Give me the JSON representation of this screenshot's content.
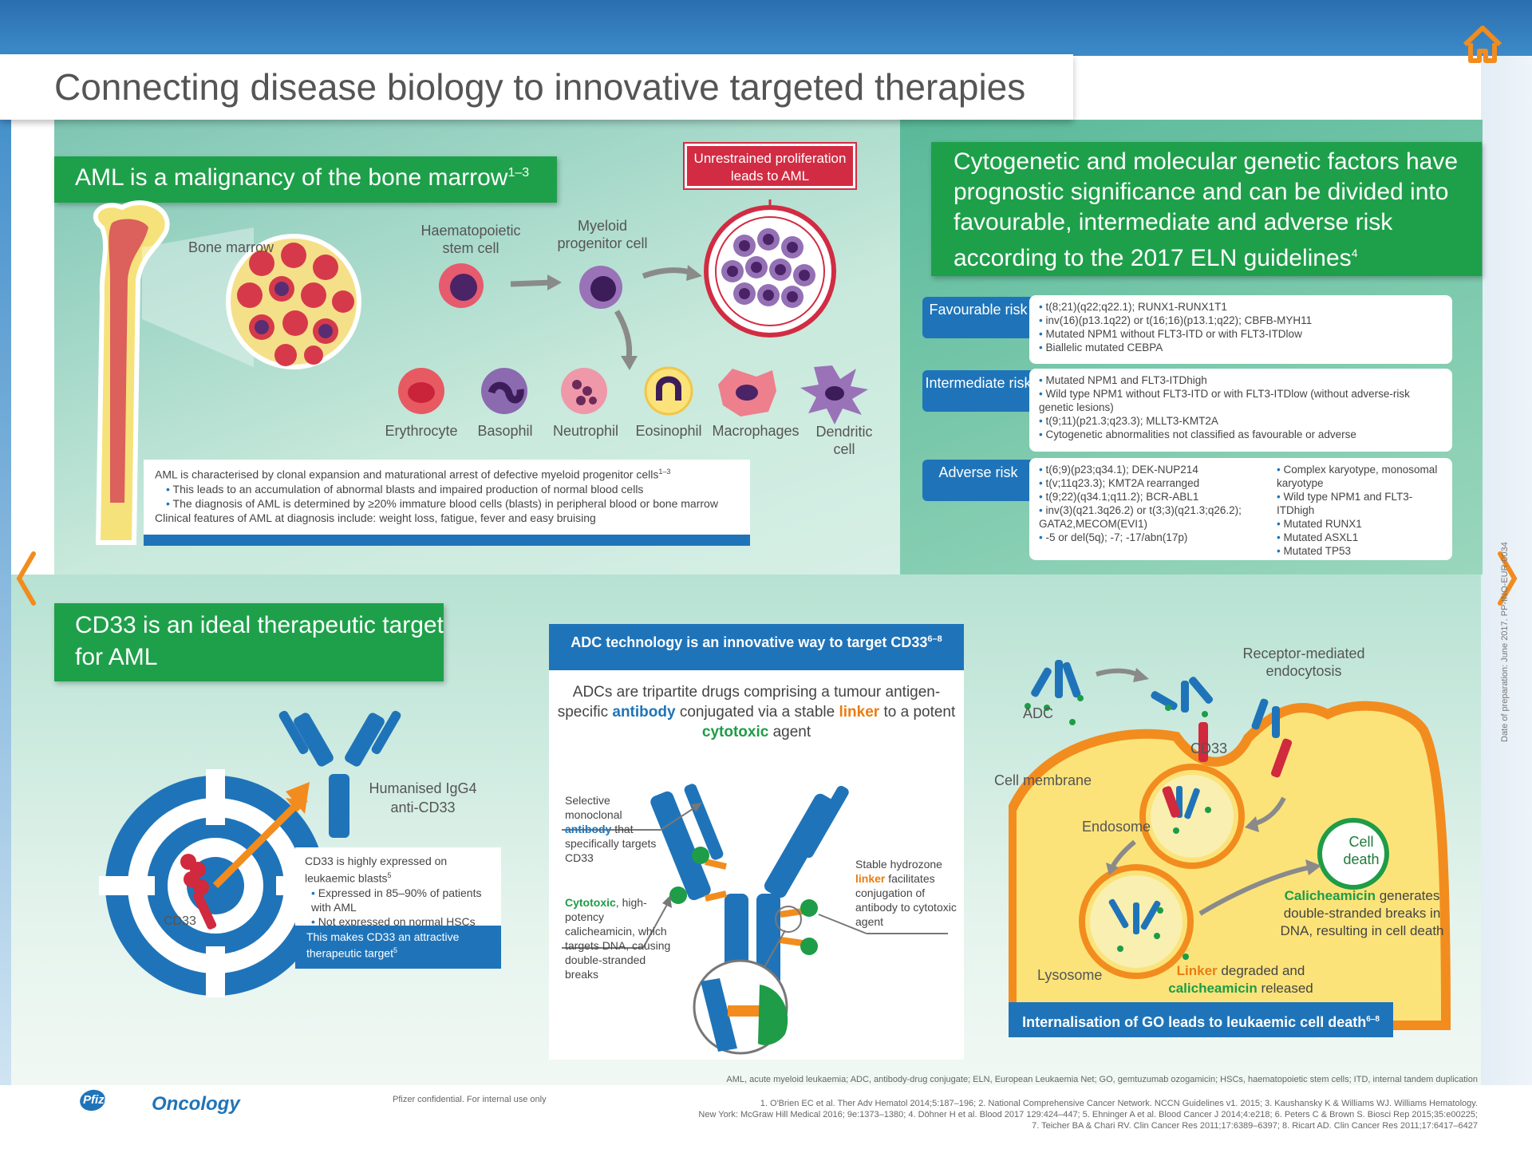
{
  "header": {
    "title": "Connecting disease biology to innovative targeted therapies"
  },
  "aml": {
    "heading": "AML is a malignancy of the bone marrow",
    "heading_sup": "1–3",
    "proliferation": "Unrestrained proliferation leads to AML",
    "bone_marrow": "Bone marrow",
    "hsc": "Haematopoietic stem cell",
    "myeloid": "Myeloid progenitor cell",
    "cells": [
      "Erythrocyte",
      "Basophil",
      "Neutrophil",
      "Eosinophil",
      "Macrophages",
      "Dendritic cell"
    ],
    "info_main": "AML is characterised by clonal expansion and maturational arrest of defective myeloid progenitor cells",
    "info_main_sup": "1–3",
    "info_bullet1": "This leads to an accumulation of abnormal blasts and impaired production of normal blood cells",
    "info_bullet2": "The diagnosis of AML is determined by ≥20% immature blood cells (blasts) in peripheral blood or bone marrow",
    "info_clinical": "Clinical features of AML at diagnosis include: weight loss, fatigue, fever and easy bruising"
  },
  "cytogenetics": {
    "heading": "Cytogenetic and molecular genetic factors have prognostic significance and can be divided into favourable, intermediate and adverse risk according to the 2017 ELN guidelines",
    "heading_sup": "4",
    "favourable_label": "Favourable risk",
    "favourable": [
      "t(8;21)(q22;q22.1); RUNX1-RUNX1T1",
      "inv(16)(p13.1q22) or t(16;16)(p13.1;q22); CBFB-MYH11",
      "Mutated NPM1 without FLT3-ITD or with FLT3-ITDlow",
      "Biallelic mutated CEBPA"
    ],
    "intermediate_label": "Intermediate risk",
    "intermediate": [
      "Mutated NPM1 and FLT3-ITDhigh",
      "Wild type NPM1 without FLT3-ITD or with FLT3-ITDlow (without adverse-risk genetic lesions)",
      "t(9;11)(p21.3;q23.3); MLLT3-KMT2A",
      "Cytogenetic abnormalities not classified as favourable or adverse"
    ],
    "adverse_label": "Adverse risk",
    "adverse_left": [
      "t(6;9)(p23;q34.1); DEK-NUP214",
      "t(v;11q23.3); KMT2A rearranged",
      "t(9;22)(q34.1;q11.2); BCR-ABL1",
      "inv(3)(q21.3q26.2) or t(3;3)(q21.3;q26.2); GATA2,MECOM(EVI1)",
      "-5 or del(5q); -7; -17/abn(17p)"
    ],
    "adverse_right": [
      "Complex karyotype, monosomal karyotype",
      "Wild type NPM1 and FLT3-ITDhigh",
      "Mutated RUNX1",
      "Mutated ASXL1",
      "Mutated TP53"
    ]
  },
  "cd33": {
    "heading": "CD33 is an ideal therapeutic target for AML",
    "antibody": "Humanised IgG4 anti-CD33",
    "cd33_label": "CD33",
    "box_main": "CD33 is highly expressed on leukaemic blasts",
    "box_main_sup": "5",
    "box_b1": "Expressed in 85–90% of patients with AML",
    "box_b2": "Not expressed on normal HSCs",
    "box_footer": "This makes CD33 an attractive therapeutic target",
    "box_footer_sup": "5"
  },
  "adc": {
    "heading": "ADC technology is an innovative way to target CD33",
    "heading_sup": "6–8",
    "desc_1": "ADCs are tripartite drugs comprising a tumour antigen-specific",
    "desc_antibody": "antibody",
    "desc_2": "conjugated via a stable",
    "desc_linker": "linker",
    "desc_3": "to a potent",
    "desc_cytotoxic": "cytotoxic",
    "desc_4": "agent",
    "ann1_pre": "Selective monoclonal",
    "ann1_key": "antibody",
    "ann1_post": "that specifically targets CD33",
    "ann2_key": "Cytotoxic",
    "ann2_post": ", high-potency calicheamicin, which targets DNA, causing double-stranded breaks",
    "ann3_pre": "Stable hydrozone",
    "ann3_key": "linker",
    "ann3_post": "facilitates conjugation of antibody to cytotoxic agent"
  },
  "mechanism": {
    "adc": "ADC",
    "receptor": "Receptor-mediated endocytosis",
    "cd33": "CD33",
    "membrane": "Cell membrane",
    "endosome": "Endosome",
    "lysosome": "Lysosome",
    "cell_death": "Cell death",
    "calich_key": "Calicheamicin",
    "calich_post": "generates double-stranded breaks in DNA, resulting in cell death",
    "linker_key": "Linker",
    "linker_mid": "degraded and",
    "linker_calich": "calicheamicin",
    "linker_post": "released",
    "internal": "Internalisation of GO leads to leukaemic cell death",
    "internal_sup": "6–8"
  },
  "footer": {
    "brand": "Pfizer",
    "brand2": "Oncology",
    "confidential": "Pfizer confidential. For internal use only",
    "abbrev": "AML, acute myeloid leukaemia; ADC, antibody-drug conjugate; ELN, European Leukaemia Net; GO, gemtuzumab ozogamicin; HSCs, haematopoietic stem cells; ITD, internal tandem duplication",
    "ref1": "1. O'Brien EC et al. Ther Adv Hematol 2014;5:187–196; 2. National Comprehensive Cancer Network. NCCN Guidelines v1. 2015; 3. Kaushansky K & Williams WJ. Williams Hematology.",
    "ref2": "New York: McGraw Hill Medical 2016; 9e:1373–1380; 4. Döhner H et al. Blood 2017 129:424–447; 5. Ehninger A et al. Blood Cancer J 2014;4:e218; 6. Peters C & Brown S. Biosci Rep 2015;35:e00225;",
    "ref3": "7. Teicher BA & Chari RV. Clin Cancer Res 2011;17:6389–6397; 8. Ricart AD. Clin Cancer Res 2011;17:6417–6427",
    "date": "Date of preparation: June 2017. PP-INO-EUR-0034"
  }
}
